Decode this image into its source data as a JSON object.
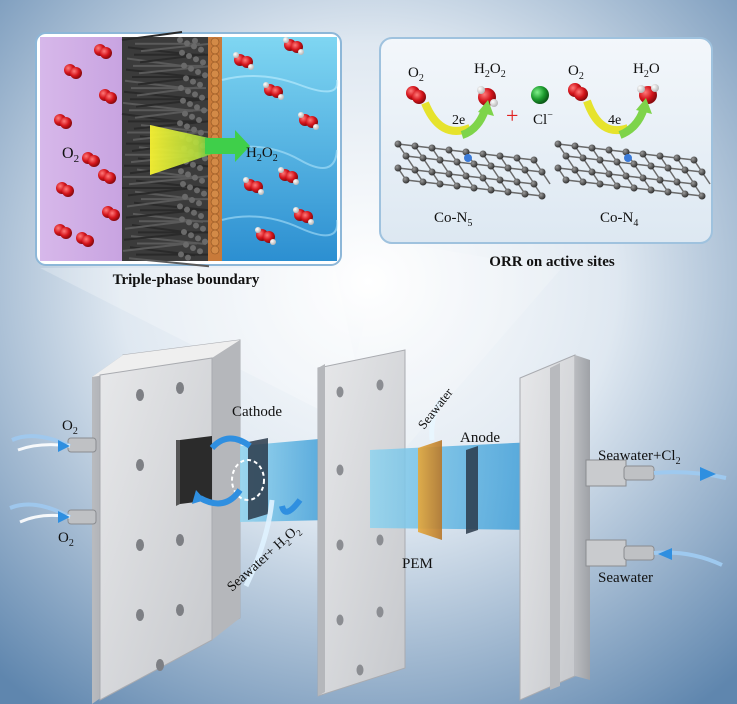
{
  "panels": {
    "left_caption": "Triple-phase boundary",
    "right_caption": "ORR on active sites"
  },
  "left_panel": {
    "o2": "O",
    "o2_sub": "2",
    "h2o2_h": "H",
    "h2o2_sub1": "2",
    "h2o2_o": "O",
    "h2o2_sub2": "2"
  },
  "right_panel": {
    "o2_left": "O",
    "o2_left_sub": "2",
    "h2o2_h": "H",
    "h2o2_sub1": "2",
    "h2o2_o": "O",
    "h2o2_sub2": "2",
    "two_e": "2e",
    "plus": "+",
    "cl": "Cl",
    "cl_sup": "−",
    "o2_right": "O",
    "o2_right_sub": "2",
    "h2o_h": "H",
    "h2o_sub": "2",
    "h2o_o": "O",
    "four_e": "4e",
    "con5": "Co-N",
    "con5_sub": "5",
    "con4": "Co-N",
    "con4_sub": "4"
  },
  "device": {
    "o2_top": "O",
    "o2_top_sub": "2",
    "o2_bottom": "O",
    "o2_bottom_sub": "2",
    "cathode": "Cathode",
    "seawater_h2o2": "Seawater+ H",
    "seawater_h2o2_sub1": "2",
    "seawater_h2o2_o": "O",
    "seawater_h2o2_sub2": "2",
    "seawater_in": "Seawater",
    "anode": "Anode",
    "pem": "PEM",
    "seawater_cl2": "Seawater+Cl",
    "seawater_cl2_sub": "2",
    "seawater_out": "Seawater"
  },
  "colors": {
    "background_center": "#ffffff",
    "background_edge": "#5f86ae",
    "plate": "#d9dadd",
    "water": "#3fa4d8",
    "o2_molecule": "#d4141b",
    "cl_ion": "#1c9c2e",
    "arrow_blue": "#2f8fe0",
    "arrow_yellow": "#e6e32c",
    "arrow_green": "#7ed44a"
  }
}
